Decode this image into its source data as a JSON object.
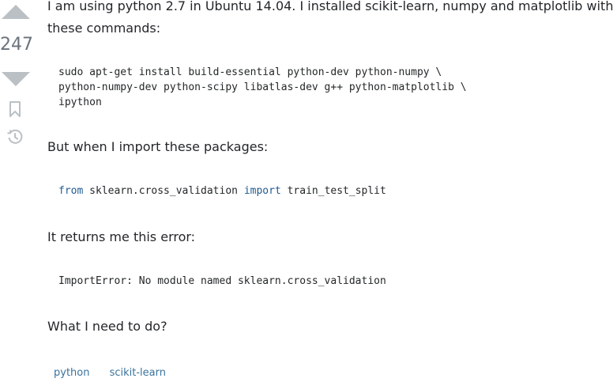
{
  "vote": {
    "count": "247"
  },
  "icons": {
    "upvote": "triangle-up-icon",
    "downvote": "triangle-down-icon",
    "bookmark": "bookmark-icon",
    "history": "history-icon"
  },
  "post": {
    "para1_line1": "I am using python 2.7 in Ubuntu 14.04. I installed scikit-learn, numpy and matplotlib with",
    "para1_line2": "these commands:",
    "code1": [
      "sudo apt-get install build-essential python-dev python-numpy \\",
      "python-numpy-dev python-scipy libatlas-dev g++ python-matplotlib \\",
      "ipython"
    ],
    "para2": "But when I import these packages:",
    "code2": {
      "kw_from": "from",
      "module": " sklearn.cross_validation ",
      "kw_import": "import",
      "name": " train_test_split"
    },
    "para3": "It returns me this error:",
    "code3": "ImportError: No module named sklearn.cross_validation",
    "para4": "What I need to do?"
  },
  "tags": [
    "python",
    "scikit-learn"
  ],
  "colors": {
    "vote_arrow": "#bbc0c4",
    "tag_text": "#39739d",
    "keyword": "#1f5a91"
  }
}
